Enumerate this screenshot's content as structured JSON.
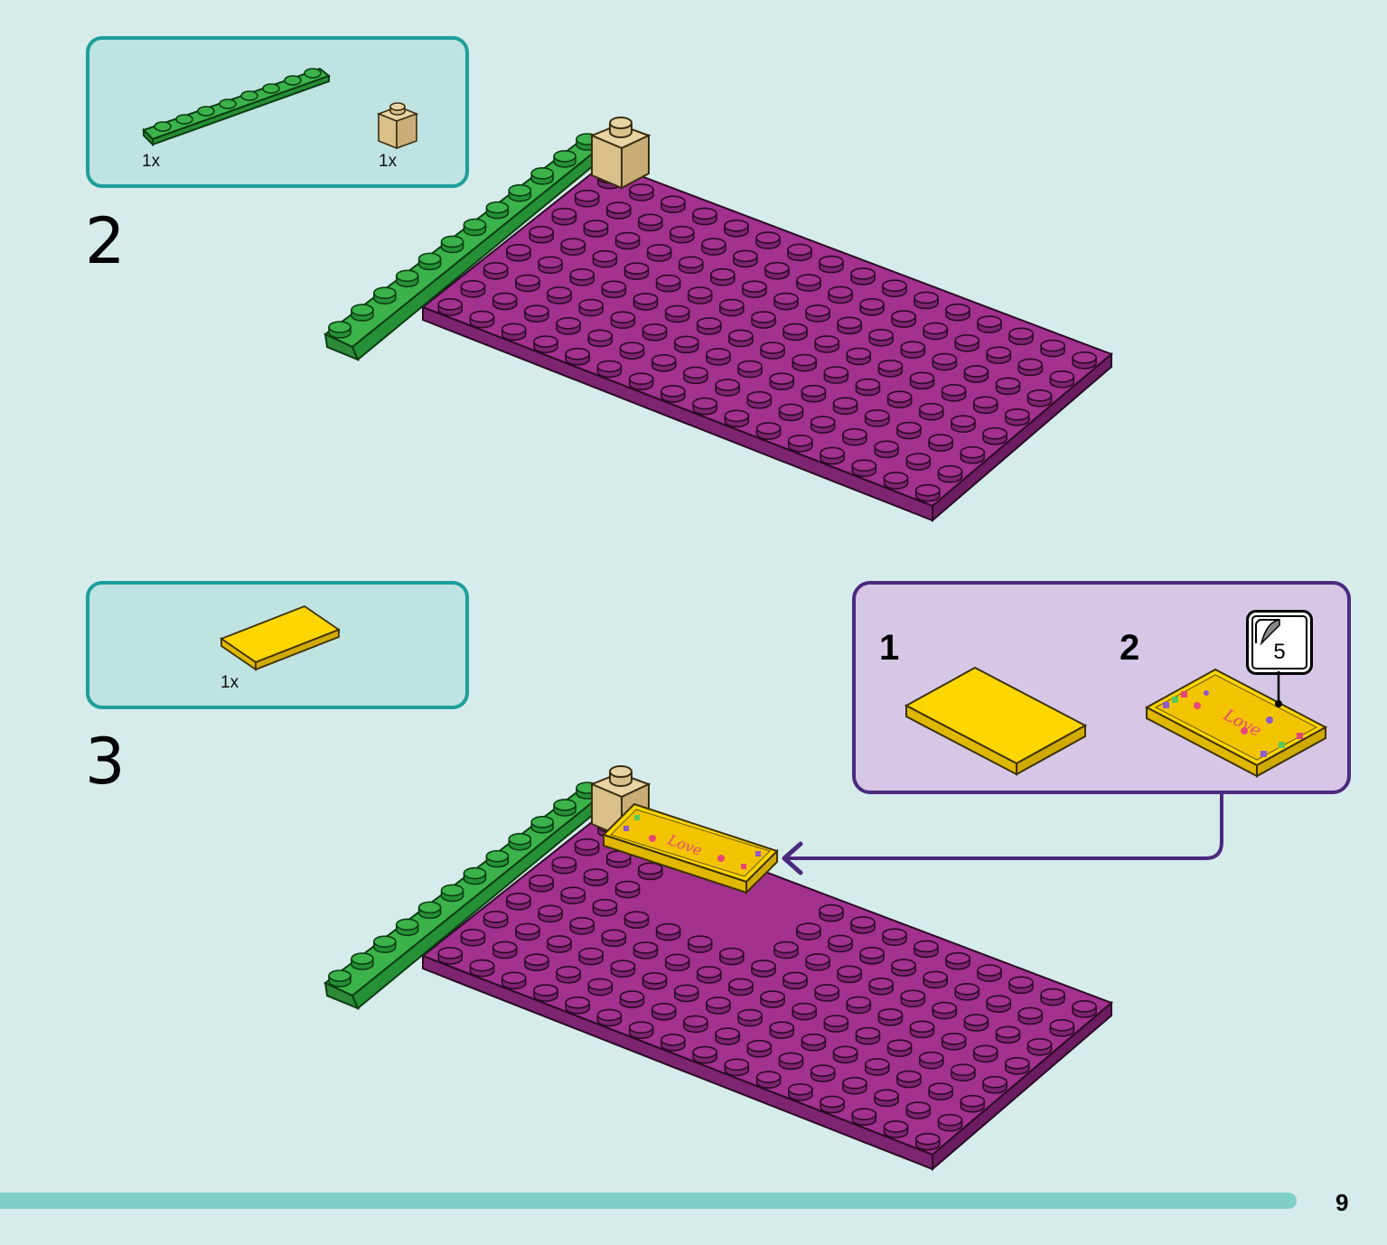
{
  "page": {
    "number": "9",
    "progress_fraction": 0.935
  },
  "steps": [
    {
      "number": "2",
      "parts": [
        {
          "name": "green plate 1x8",
          "qty": "1x"
        },
        {
          "name": "tan brick 1x1",
          "qty": "1x"
        }
      ]
    },
    {
      "number": "3",
      "parts": [
        {
          "name": "yellow tile 2x4",
          "qty": "1x"
        }
      ],
      "sub_assembly": {
        "steps": [
          {
            "number": "1"
          },
          {
            "number": "2"
          }
        ],
        "sticker_number": "5",
        "sticker_text": "Love"
      }
    }
  ],
  "colors": {
    "background": "#d6ecea",
    "parts_box_border": "#1e9e9b",
    "parts_box_fill": "#bfe3e0",
    "sub_box_border": "#4a2a7e",
    "sub_box_fill": "#d5c7e5",
    "plate_magenta": "#a2318f",
    "plate_green": "#3bb34a",
    "brick_tan": "#d9c08a",
    "tile_yellow": "#ffd600",
    "progress": "#7fcfc9"
  },
  "icons": [
    "sticker-sheet-icon",
    "arrow-left-icon"
  ]
}
